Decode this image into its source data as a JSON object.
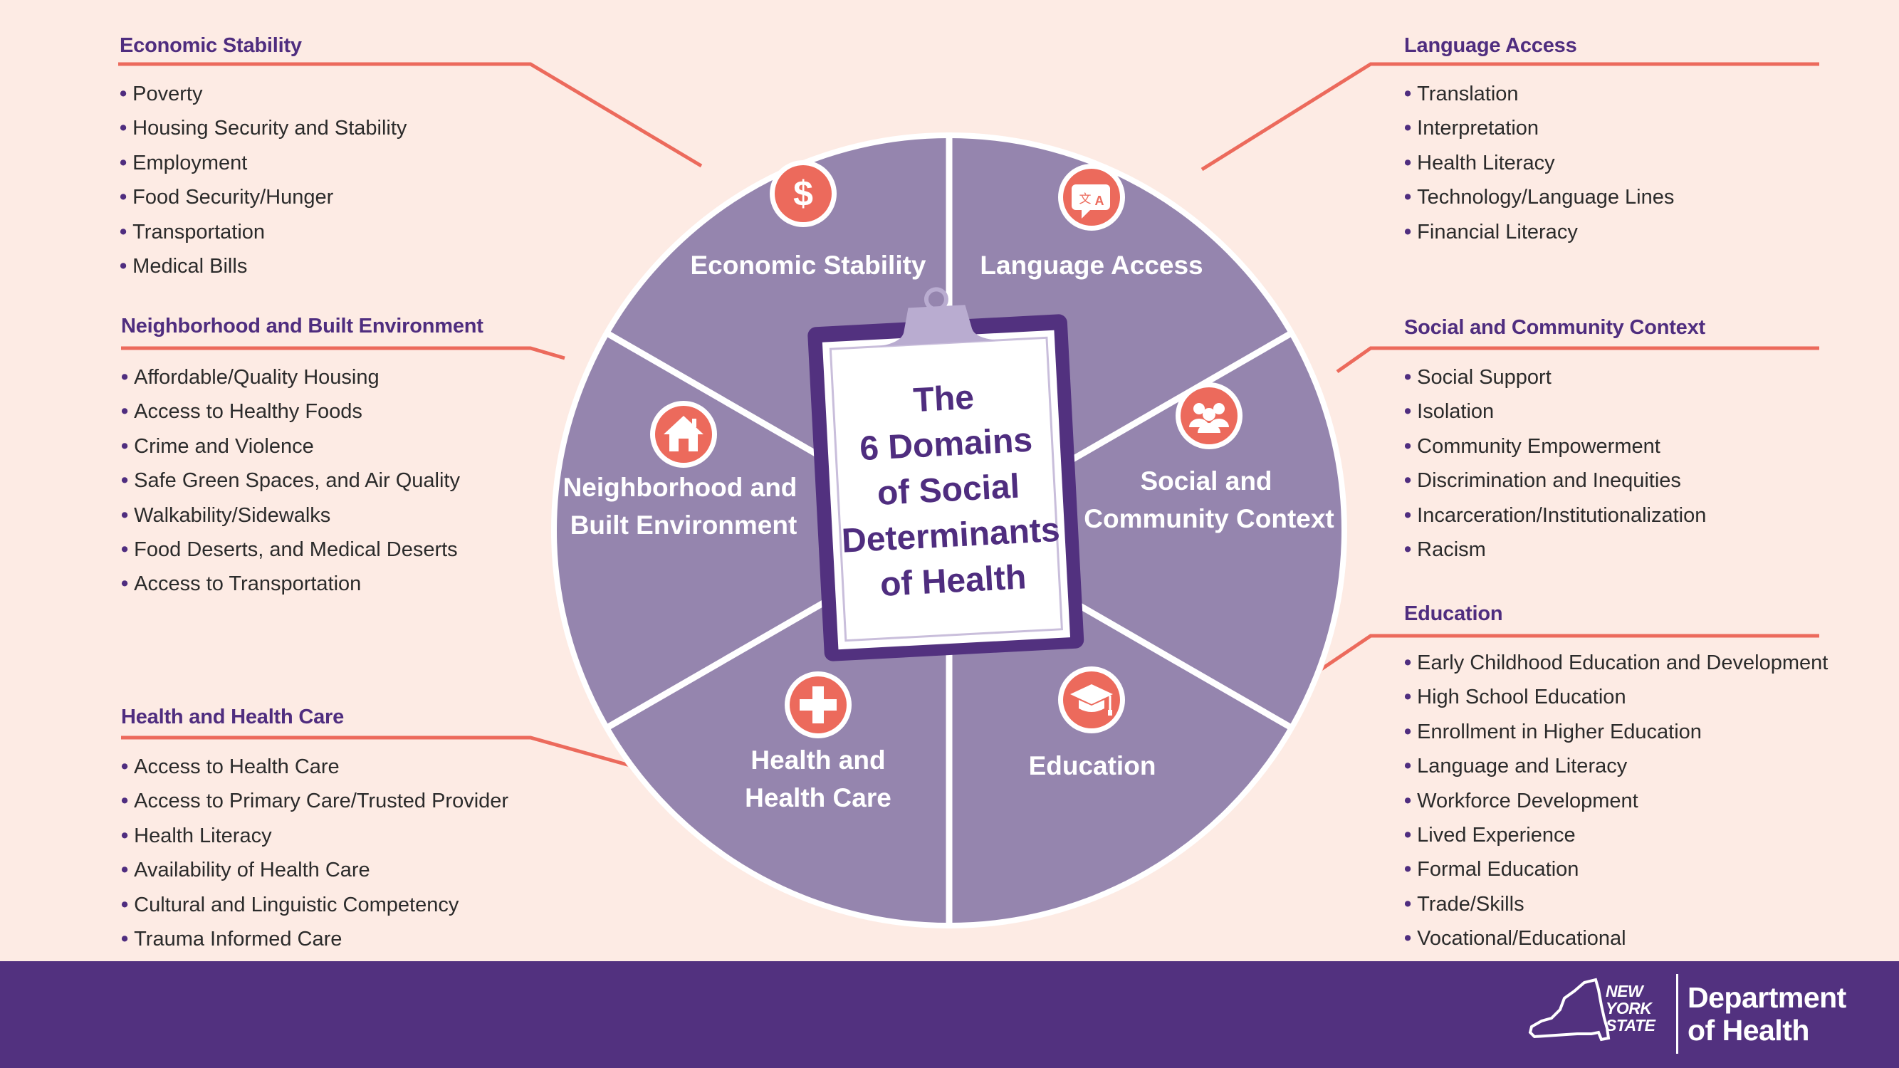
{
  "center": {
    "title_lines": [
      "The",
      "6 Domains",
      "of Social",
      "Determinants",
      "of Health"
    ]
  },
  "segments": [
    {
      "key": "economic",
      "label_lines": [
        "Economic Stability"
      ],
      "icon": "dollar-icon"
    },
    {
      "key": "language",
      "label_lines": [
        "Language Access"
      ],
      "icon": "translate-icon"
    },
    {
      "key": "social",
      "label_lines": [
        "Social and",
        "Community Context"
      ],
      "icon": "people-group-icon"
    },
    {
      "key": "education",
      "label_lines": [
        "Education"
      ],
      "icon": "graduation-cap-icon"
    },
    {
      "key": "health",
      "label_lines": [
        "Health and",
        "Health Care"
      ],
      "icon": "medical-cross-icon"
    },
    {
      "key": "neighborhood",
      "label_lines": [
        "Neighborhood and",
        "Built Environment"
      ],
      "icon": "house-icon"
    }
  ],
  "panels": {
    "economic": {
      "title": "Economic Stability",
      "items": [
        "Poverty",
        "Housing Security and Stability",
        "Employment",
        "Food Security/Hunger",
        "Transportation",
        "Medical Bills"
      ]
    },
    "neighborhood": {
      "title": "Neighborhood and Built Environment",
      "items": [
        "Affordable/Quality Housing",
        "Access to Healthy Foods",
        "Crime and Violence",
        "Safe Green Spaces, and Air Quality",
        "Walkability/Sidewalks",
        "Food Deserts, and Medical Deserts",
        "Access to Transportation"
      ]
    },
    "health": {
      "title": "Health and Health Care",
      "items": [
        "Access to Health Care",
        "Access to Primary Care/Trusted Provider",
        "Health Literacy",
        "Availability of Health Care",
        "Cultural and Linguistic Competency",
        "Trauma Informed Care"
      ]
    },
    "language": {
      "title": "Language Access",
      "items": [
        "Translation",
        "Interpretation",
        "Health Literacy",
        "Technology/Language Lines",
        "Financial Literacy"
      ]
    },
    "social": {
      "title": "Social and Community Context",
      "items": [
        "Social Support",
        "Isolation",
        "Community Empowerment",
        "Discrimination and Inequities",
        "Incarceration/Institutionalization",
        "Racism"
      ]
    },
    "education": {
      "title": "Education",
      "items": [
        "Early Childhood Education and Development",
        "High School Education",
        "Enrollment in Higher Education",
        "Language and Literacy",
        "Workforce Development",
        "Lived Experience",
        "Formal Education",
        "Trade/Skills",
        "Vocational/Educational"
      ]
    }
  },
  "footer": {
    "nys_lines": [
      "NEW",
      "YORK",
      "STATE"
    ],
    "dept_lines": [
      "Department",
      "of Health"
    ]
  },
  "colors": {
    "background": "#fdebe4",
    "wheel": "#9585ae",
    "accent_purple": "#4f2d7f",
    "connector": "#ec6a5c",
    "icon_fill": "#ec6a5c",
    "footer": "#52317f"
  }
}
